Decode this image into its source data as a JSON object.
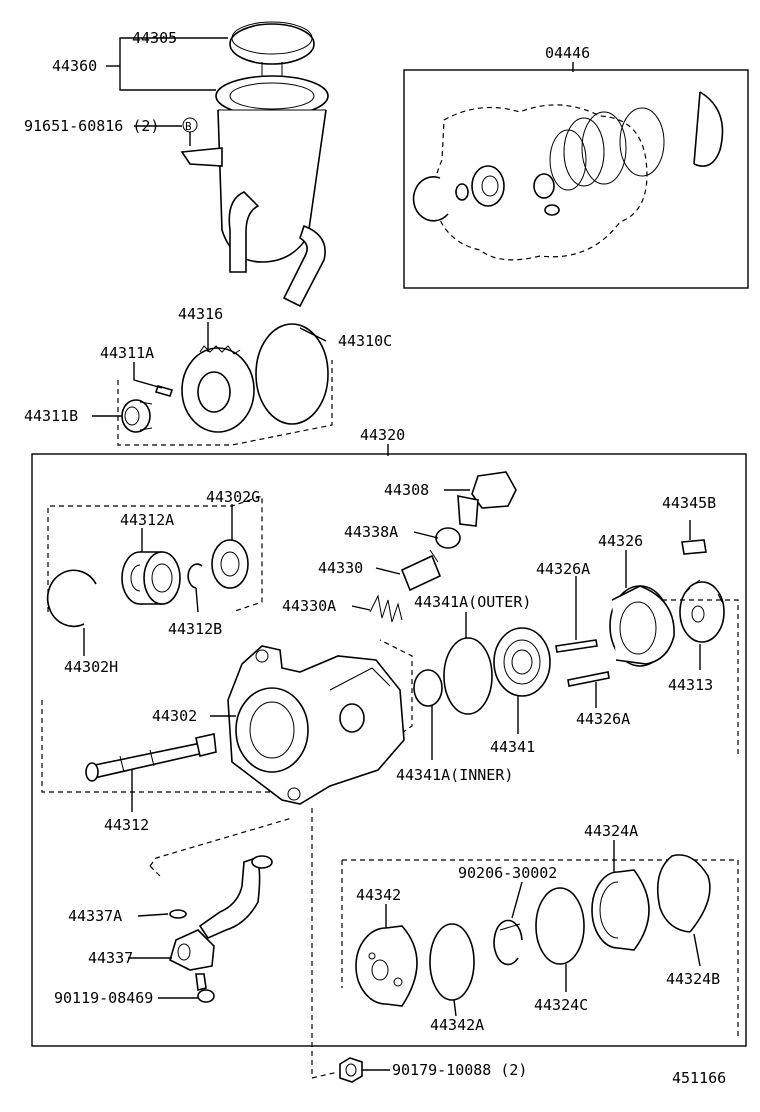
{
  "labels": {
    "l44305": "44305",
    "l44360": "44360",
    "l91651": "91651-60816 (2)",
    "lB": "B",
    "l04446": "04446",
    "l44316": "44316",
    "l44311A": "44311A",
    "l44310C": "44310C",
    "l44311B": "44311B",
    "l44320": "44320",
    "l44308": "44308",
    "l44345B": "44345B",
    "l44312A": "44312A",
    "l44302G": "44302G",
    "l44338A": "44338A",
    "l44330": "44330",
    "l44326": "44326",
    "l44326A_top": "44326A",
    "l44330A": "44330A",
    "l44341A_outer": "44341A(OUTER)",
    "l44312B": "44312B",
    "l44302H": "44302H",
    "l44313": "44313",
    "l44302": "44302",
    "l44326A_bottom": "44326A",
    "l44341": "44341",
    "l44341A_inner": "44341A(INNER)",
    "l44312": "44312",
    "l44324A": "44324A",
    "l90206": "90206-30002",
    "l44342": "44342",
    "l44337A": "44337A",
    "l44337": "44337",
    "l44324B": "44324B",
    "l44324C": "44324C",
    "l90119": "90119-08469",
    "l44342A": "44342A",
    "l90179": "90179-10088 (2)",
    "l451166": "451166"
  }
}
